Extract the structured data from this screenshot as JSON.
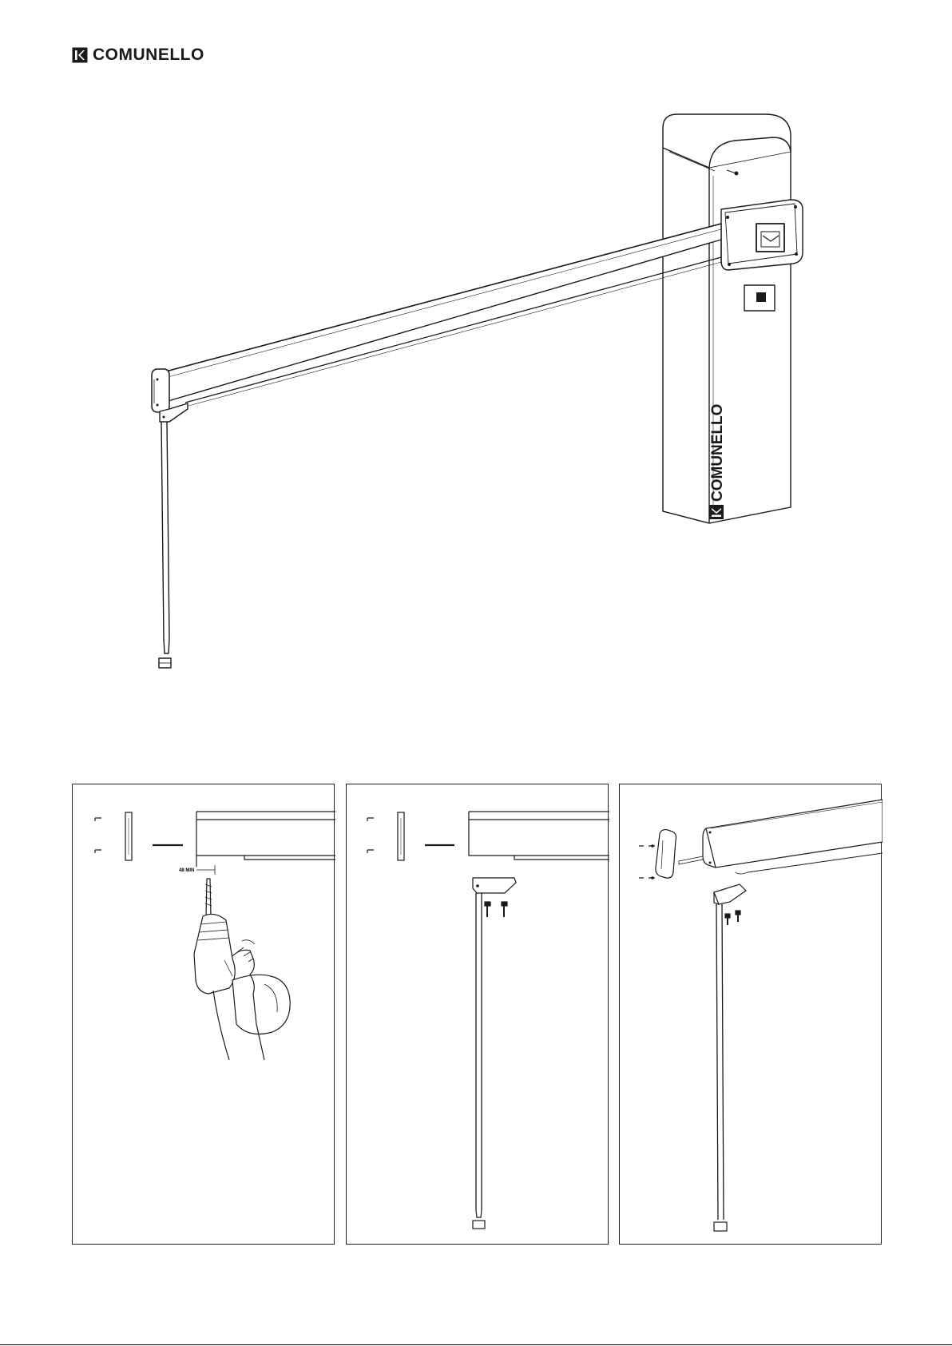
{
  "header": {
    "brand": "COMUNELLO"
  },
  "main_figure": {
    "column_brand": "COMUNELLO"
  },
  "panels": [
    {
      "dimension_label": "48 MIN"
    },
    {},
    {}
  ],
  "colors": {
    "line": "#1a1a1a",
    "background": "#ffffff"
  }
}
